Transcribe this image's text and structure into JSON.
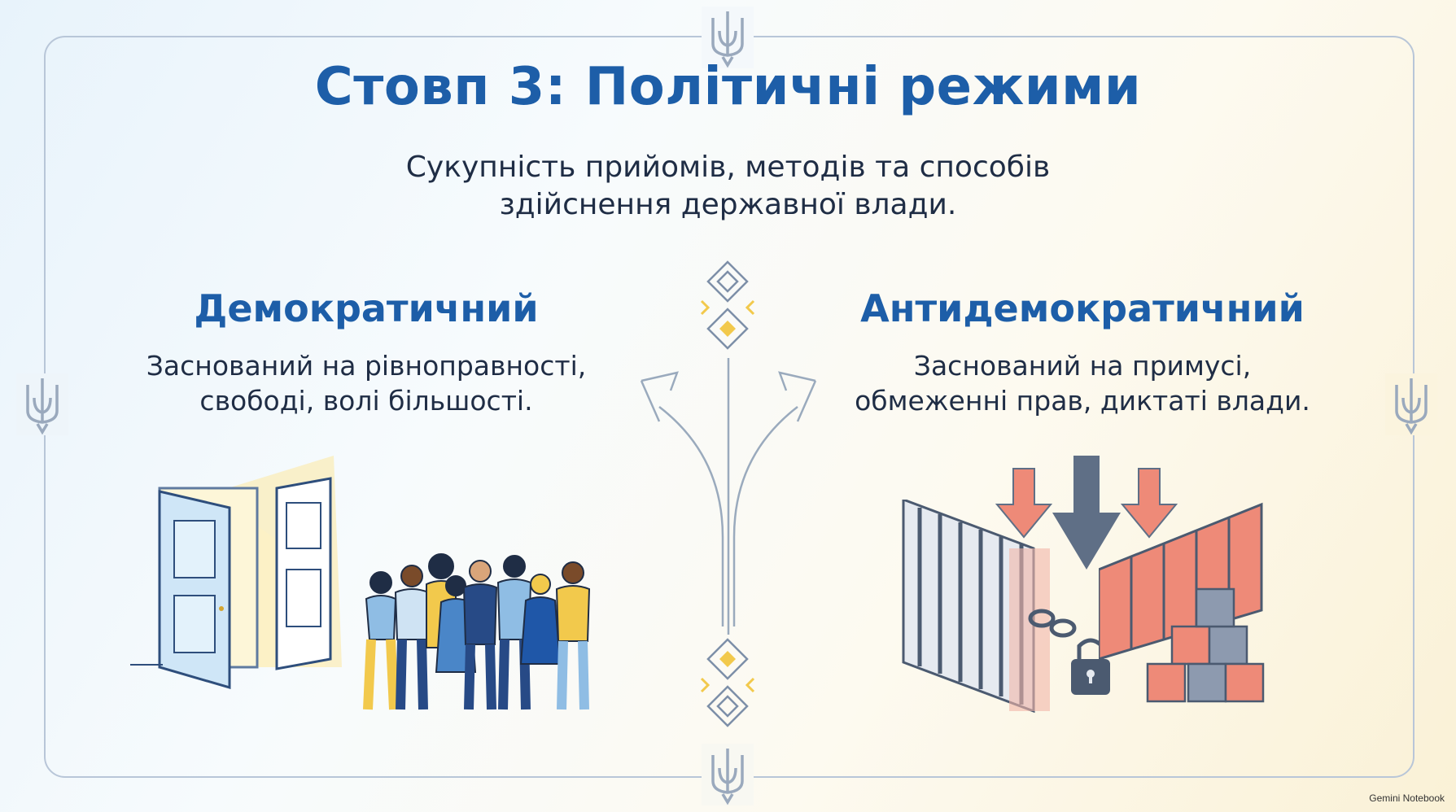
{
  "title": "Стовп 3: Політичні режими",
  "subtitle": {
    "line1": "Сукупність прийомів, методів та способів",
    "line2": "здійснення державної влади."
  },
  "left": {
    "heading": "Демократичний",
    "line1": "Заснований на рівноправності,",
    "line2": "свободі, волі більшості."
  },
  "right": {
    "heading": "Антидемократичний",
    "line1": "Заснований на примусі,",
    "line2": "обмеженні прав, диктаті влади."
  },
  "badge": "Gemini Notebook",
  "colors": {
    "accent_blue": "#1d5ea8",
    "text_dark": "#1f2d45",
    "yellow": "#f2c94c",
    "salmon": "#ee8a78",
    "slate": "#5f6f86"
  },
  "icons": [
    "trident-icon",
    "ornament-icon",
    "split-arrow-icon",
    "open-door-icon",
    "people-group-icon",
    "prison-gate-icon",
    "chain-lock-icon",
    "brick-wall-icon",
    "down-arrows-icon"
  ]
}
